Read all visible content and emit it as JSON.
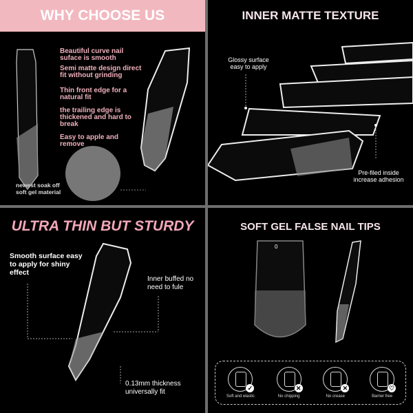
{
  "panel1": {
    "title": "WHY CHOOSE US",
    "features": [
      "Beautiful curve nail suface is smooth",
      "Semi matte design direct fit without grinding",
      "Thin front edge for a natural fit",
      "the trailing edge is thickened and hard to break",
      "Easy to apple and remove"
    ],
    "material_label": "newest soak off soft gel material"
  },
  "panel2": {
    "title": "INNER MATTE TEXTURE",
    "glossy_label": "Glossy surface easy to apply",
    "prefiled_label": "Pre-filed inside increase adhesion"
  },
  "panel3": {
    "title": "ULTRA THIN BUT STURDY",
    "smooth_label": "Smooth surface easy to apply for shiny effect",
    "inner_label": "Inner buffed no need to fule",
    "thickness_label": "0.13mm thickness universally fit"
  },
  "panel4": {
    "title": "SOFT GEL FALSE NAIL TIPS",
    "size_mark": "0",
    "icons": [
      {
        "icon": "check",
        "label": "Soft and elastic"
      },
      {
        "icon": "x",
        "label": "No chipping"
      },
      {
        "icon": "x",
        "label": "No crease"
      },
      {
        "icon": "heart",
        "label": "Barrier free"
      }
    ]
  },
  "colors": {
    "accent_pink": "#f2b8c0",
    "background": "#000000"
  }
}
